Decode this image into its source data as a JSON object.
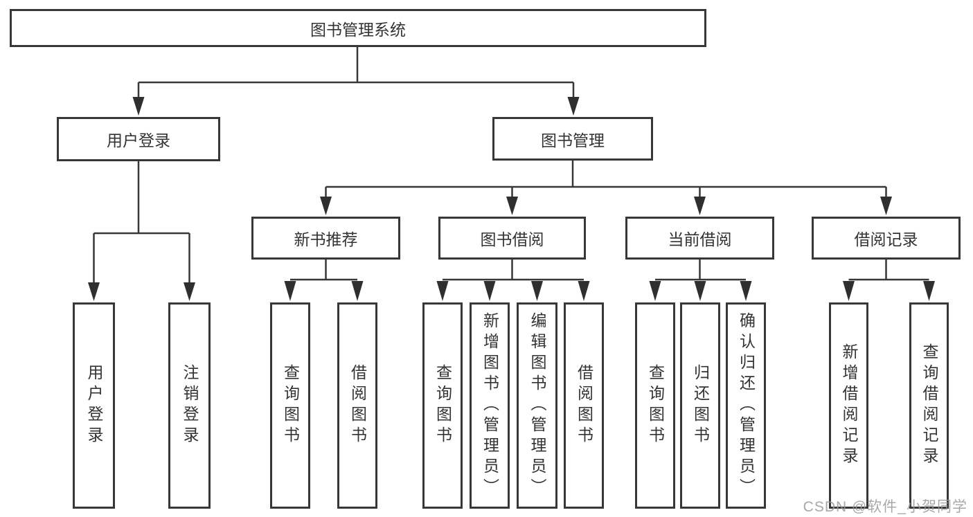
{
  "diagram": {
    "nodes": {
      "root": "图书管理系统",
      "user_login": "用户登录",
      "book_mgmt": "图书管理",
      "new_books": "新书推荐",
      "book_borrow": "图书借阅",
      "current_borrow": "当前借阅",
      "borrow_records": "借阅记录",
      "leaf_user_login": "用户登录",
      "leaf_logout": "注销登录",
      "leaf_nb_query": "查询图书",
      "leaf_nb_borrow": "借阅图书",
      "leaf_bb_query": "查询图书",
      "leaf_bb_add": "新增图书（管理员）",
      "leaf_bb_edit": "编辑图书（管理员）",
      "leaf_bb_borrow": "借阅图书",
      "leaf_cb_query": "查询图书",
      "leaf_cb_return": "归还图书",
      "leaf_cb_confirm": "确认归还（管理员）",
      "leaf_br_add": "新增借阅记录",
      "leaf_br_query": "查询借阅记录"
    },
    "watermark": "CSDN @软件_小贺同学",
    "colors": {
      "line": "#373737",
      "text": "#333333",
      "watermark": "#9a9a9a",
      "background": "#ffffff"
    }
  }
}
